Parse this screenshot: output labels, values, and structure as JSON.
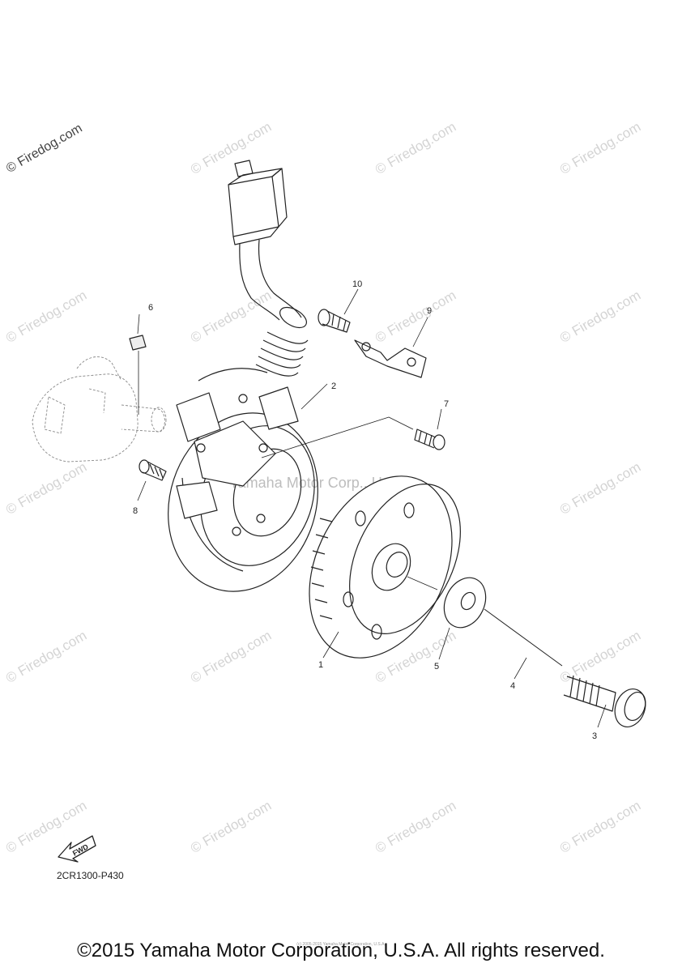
{
  "watermark": {
    "main": "© Firedog.com",
    "repeat": "© Firedog.com",
    "center": "Yamaha Motor Corp., U.S.A."
  },
  "callouts": {
    "p1": "1",
    "p2": "2",
    "p3": "3",
    "p4": "4",
    "p5": "5",
    "p6": "6",
    "p7": "7",
    "p8": "8",
    "p9": "9",
    "p10": "10"
  },
  "fwd_label": "FWD",
  "ref_code": "2CR1300-P430",
  "tiny_copyright": "(c) 2005-2015 Yamaha Motor Corporation, U.S.A.",
  "copyright": "©2015 Yamaha Motor Corporation, U.S.A. All rights reserved."
}
